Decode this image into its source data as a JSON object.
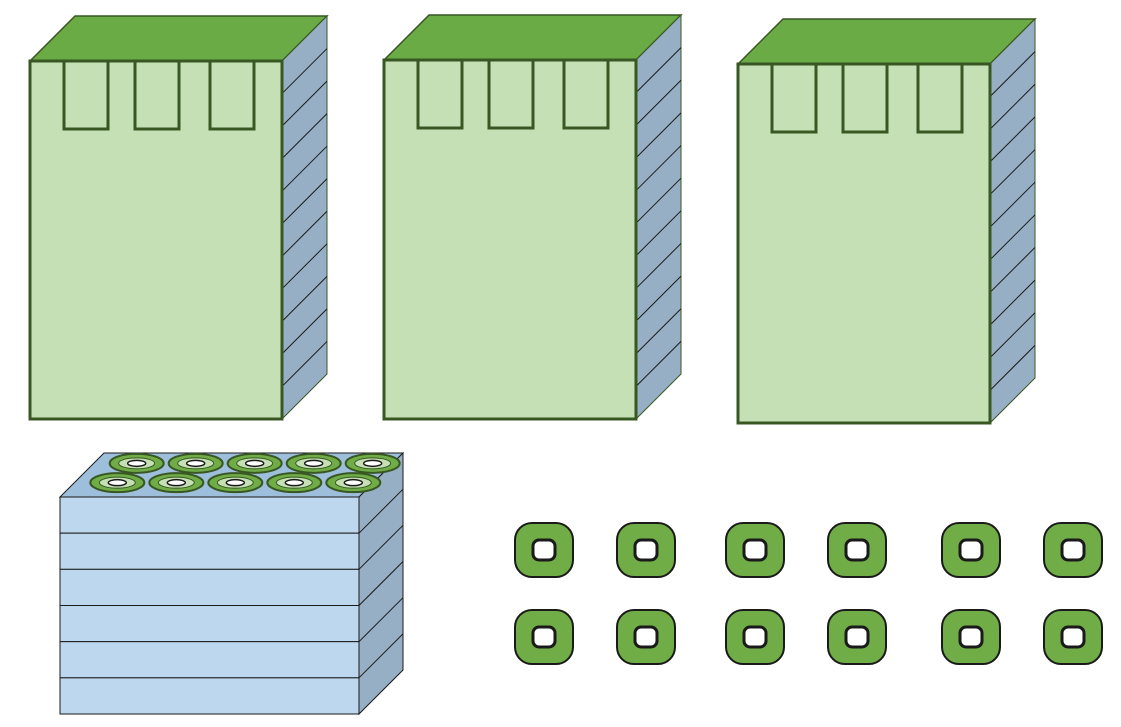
{
  "colors": {
    "background": "#ffffff",
    "block_top": "#6aab46",
    "block_front": "#c5e0b4",
    "block_side": "#96afc4",
    "block_outline": "#385723",
    "layer_fill": "#bdd7ee",
    "layer_top": "#9ebfdc",
    "layer_side": "#96afc4",
    "ring_fill": "#70ad47",
    "ring_outline": "#1a1a1a",
    "ring_hole": "#ffffff"
  },
  "blocks": [
    {
      "id": "block-1",
      "notches": 3,
      "side_segments": 11
    },
    {
      "id": "block-2",
      "notches": 3,
      "side_segments": 11
    },
    {
      "id": "block-3",
      "notches": 3,
      "side_segments": 11
    }
  ],
  "layer_stack": {
    "layers": 6,
    "top_rings": 10,
    "top_ring_rows": 2
  },
  "ring_grid": {
    "rows": 2,
    "columns": 6,
    "count": 12
  }
}
